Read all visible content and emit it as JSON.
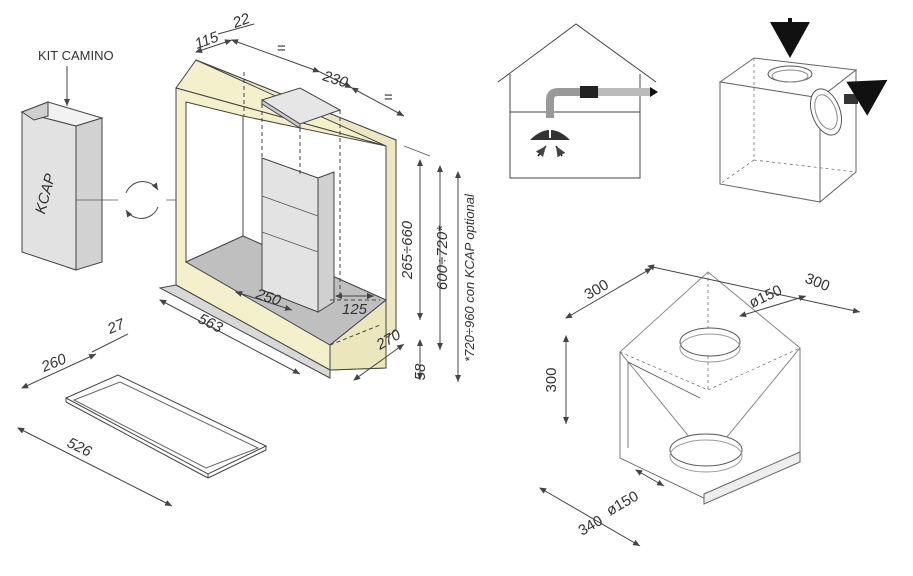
{
  "kit": {
    "title": "KIT CAMINO",
    "kcap_label": "KCAP"
  },
  "cabinet": {
    "dim_115": "115",
    "dim_22": "22",
    "dim_eq1": "=",
    "dim_230": "230",
    "dim_eq2": "=",
    "dim_265_660": "265÷660",
    "dim_600_720": "600÷720*",
    "dim_kcap": "*720÷960 con KCAP optional",
    "dim_250": "250",
    "dim_125": "125",
    "dim_563": "563",
    "dim_270": "270",
    "dim_58": "58"
  },
  "cutout": {
    "dim_260": "260",
    "dim_27": "27",
    "dim_526": "526"
  },
  "box": {
    "dim_300_top": "300",
    "dim_300_depth": "300",
    "dim_150_top": "ø150",
    "dim_300_height": "300",
    "dim_340": "340",
    "dim_150_bottom": "ø150"
  },
  "colors": {
    "cabinet_fill": "#f4f0cc",
    "cabinet_top_fill": "#efe7c4",
    "panel_fill": "#e3e3e3",
    "base_fill": "#bfbfbf",
    "arrow": "#111111"
  }
}
